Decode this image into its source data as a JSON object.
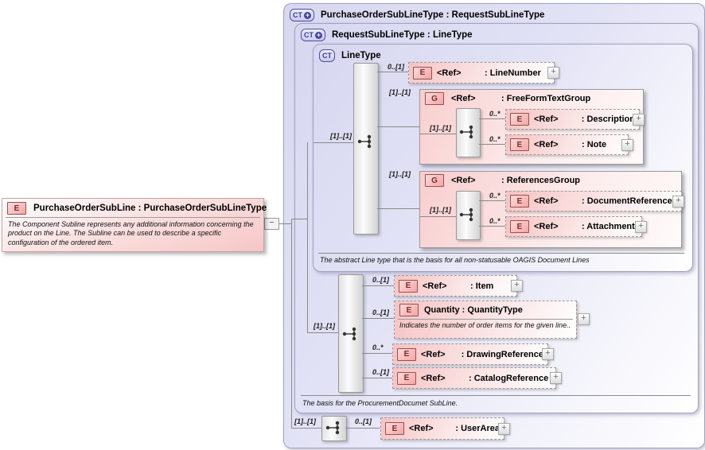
{
  "icons": {
    "expand": "+",
    "collapse": "−"
  },
  "left_element": {
    "badge": "E",
    "title": "PurchaseOrderSubLine : PurchaseOrderSubLineType",
    "annotation": "The Component Subline represents any additional information concerning the product on the Line.  The Subline can be used to describe a specific configuration of the ordered item."
  },
  "outer_container": {
    "badge": "CT",
    "title": "PurchaseOrderSubLineType : RequestSubLineType"
  },
  "middle_container": {
    "badge": "CT",
    "title": "RequestSubLineType : LineType",
    "footer": "The basis for the ProcurementDocumet SubLine."
  },
  "linetype_container": {
    "badge": "CT",
    "title": "LineType",
    "footer": "The abstract Line type that is the basis for all non-statusable OAGIS Document Lines",
    "entry_cardinality": "[1]..[1]"
  },
  "line_number": {
    "cardinality": "0..[1]",
    "badge": "E",
    "ref": "<Ref>",
    "name": ": LineNumber"
  },
  "free_form_text_group": {
    "cardinality": "[1]..[1]",
    "badge": "G",
    "ref": "<Ref>",
    "name": ": FreeFormTextGroup",
    "entry_cardinality": "[1]..[1]",
    "description": {
      "cardinality": "0..*",
      "badge": "E",
      "ref": "<Ref>",
      "name": ": Description"
    },
    "note": {
      "cardinality": "0..*",
      "badge": "E",
      "ref": "<Ref>",
      "name": ": Note"
    }
  },
  "references_group": {
    "cardinality": "[1]..[1]",
    "badge": "G",
    "ref": "<Ref>",
    "name": ": ReferencesGroup",
    "entry_cardinality": "[1]..[1]",
    "document_reference": {
      "cardinality": "0..*",
      "badge": "E",
      "ref": "<Ref>",
      "name": ": DocumentReference"
    },
    "attachment": {
      "cardinality": "0..*",
      "badge": "E",
      "ref": "<Ref>",
      "name": ": Attachment"
    }
  },
  "request_sequence": {
    "entry_cardinality": "[1]..[1]",
    "item": {
      "cardinality": "0..[1]",
      "badge": "E",
      "ref": "<Ref>",
      "name": ": Item"
    },
    "quantity": {
      "cardinality": "0..[1]",
      "badge": "E",
      "name": "Quantity : QuantityType",
      "annotation": "Indicates the number of order items for the given line.."
    },
    "drawing_reference": {
      "cardinality": "0..*",
      "badge": "E",
      "ref": "<Ref>",
      "name": ": DrawingReference"
    },
    "catalog_reference": {
      "cardinality": "0..[1]",
      "badge": "E",
      "ref": "<Ref>",
      "name": ": CatalogReference"
    }
  },
  "user_area_sequence": {
    "entry_cardinality": "[1]..[1]",
    "user_area": {
      "cardinality": "0..[1]",
      "badge": "E",
      "ref": "<Ref>",
      "name": ": UserArea"
    }
  }
}
